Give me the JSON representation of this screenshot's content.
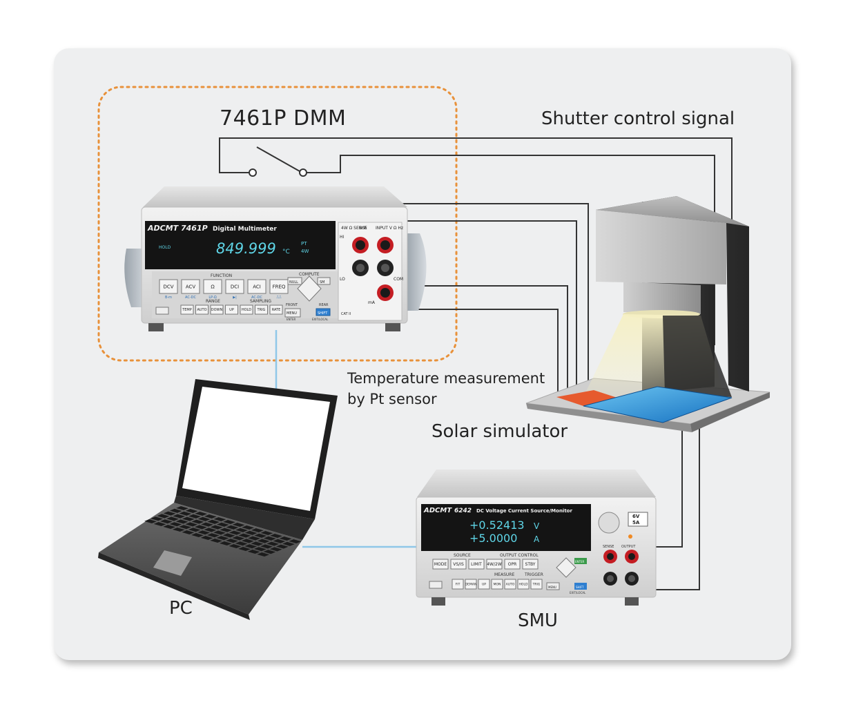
{
  "labels": {
    "dmm_title": "7461P DMM",
    "shutter_signal": "Shutter control signal",
    "temperature_line1": "Temperature measurement",
    "temperature_line2": "by Pt sensor",
    "solar_simulator": "Solar simulator",
    "pc": "PC",
    "smu": "SMU"
  },
  "dmm": {
    "brand": "ADCMT",
    "model": "7461P",
    "subtitle": "Digital Multimeter",
    "reading": "849.999",
    "unit": "°C",
    "annunciator_hold": "HOLD",
    "annunciator_pt": "PT",
    "annunciator_4w": "4W",
    "function_header": "FUNCTION",
    "function_keys": [
      "DCV",
      "ACV",
      "Ω",
      "DCI",
      "ACI",
      "FREQ"
    ],
    "function_sublabels": [
      "B-m",
      "AC-DC",
      "LP-Ω",
      "▶|",
      "AC-DC",
      "⎍⎍"
    ],
    "compute_header": "COMPUTE",
    "compute_keys": [
      "NULL",
      "SM"
    ],
    "range_header": "RANGE",
    "sampling_header": "SAMPLING",
    "bottom_keys": [
      "TEMP",
      "AUTO",
      "DOWN",
      "UP",
      "HOLD",
      "TRIG",
      "RATE"
    ],
    "nav_front": "FRONT",
    "nav_rear": "REAR",
    "menu_key": "MENU",
    "menu_sub": "ENTER",
    "shift_key": "SHIFT",
    "exit_local": "EXIT/LOCAL",
    "terminal_labels": {
      "sense": "4W Ω SENSE",
      "bch": "Bch",
      "input": "INPUT V Ω Hz",
      "hi": "HI",
      "lo": "LO",
      "com": "COM",
      "ma": "mA",
      "cat": "CAT II"
    }
  },
  "smu": {
    "brand": "ADCMT",
    "model": "6242",
    "subtitle": "DC Voltage Current Source/Monitor",
    "reading_voltage": "+0.52413",
    "unit_voltage": "V",
    "reading_current": "+5.0000",
    "unit_current": "A",
    "source_header": "SOURCE",
    "output_header": "OUTPUT CONTROL",
    "source_keys": [
      "MODE",
      "VS/IS",
      "LIMIT",
      "4W/2W",
      "OPR",
      "STBY"
    ],
    "measure_header": "MEASURE",
    "trigger_header": "TRIGGER",
    "bottom_keys": [
      "FIT",
      "DEMAN",
      "UP",
      "MON",
      "AUTO",
      "HOLD",
      "TRIG"
    ],
    "rating_line1": "6V",
    "rating_line2": "5A",
    "sense_label": "SENSE",
    "output_label": "OUTPUT",
    "enter_key": "ENTER",
    "menu_key": "MENU",
    "shift_key": "SHIFT",
    "exit_local": "EXIT/LOCAL"
  },
  "colors": {
    "panel": "#eeeff0",
    "dmm_group_outline": "#e8913a",
    "wire": "#333333",
    "usb_cable": "#8fc7e8",
    "display_text": "#5fd6e8",
    "cell_orange": "#e65a2e",
    "cell_blue": "#1e90d8",
    "lamp_light": "#f4efc6"
  }
}
